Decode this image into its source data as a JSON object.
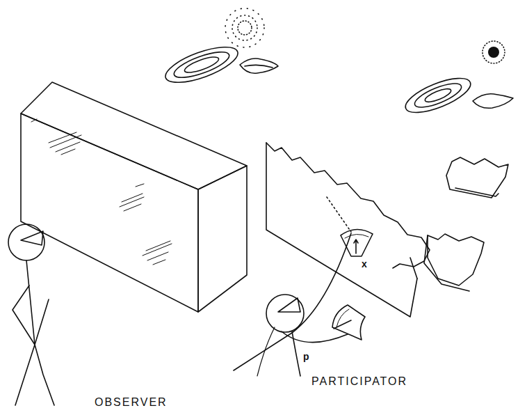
{
  "diagram": {
    "labels": [
      "x",
      "p",
      "PARTICIPATOR",
      "OBSERVER"
    ]
  }
}
